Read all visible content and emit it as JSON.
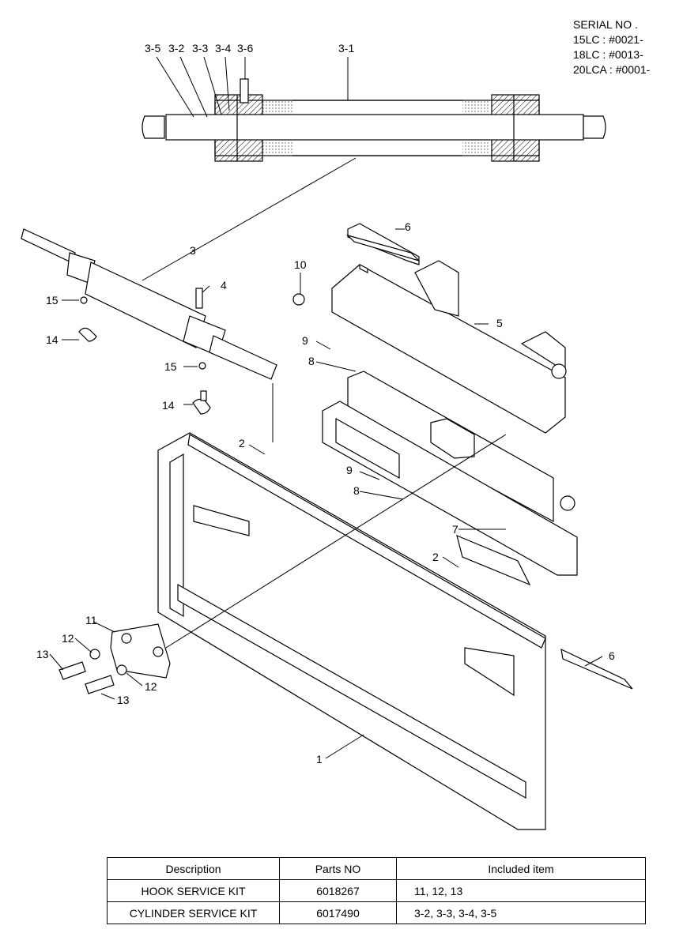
{
  "serial": {
    "title": "SERIAL NO .",
    "lines": [
      "15LC : #0021-",
      "18LC : #0013-",
      "20LCA : #0001-"
    ]
  },
  "callouts": {
    "c3_5": "3-5",
    "c3_2": "3-2",
    "c3_3": "3-3",
    "c3_4": "3-4",
    "c3_6": "3-6",
    "c3_1": "3-1",
    "c3": "3",
    "c6a": "6",
    "c6b": "6",
    "c10": "10",
    "c4": "4",
    "c5": "5",
    "c15a": "15",
    "c15b": "15",
    "c14a": "14",
    "c14b": "14",
    "c9a": "9",
    "c9b": "9",
    "c8a": "8",
    "c8b": "8",
    "c2a": "2",
    "c2b": "2",
    "c7": "7",
    "c11": "11",
    "c12a": "12",
    "c12b": "12",
    "c13a": "13",
    "c13b": "13",
    "c1": "1"
  },
  "table": {
    "headers": [
      "Description",
      "Parts NO",
      "Included item"
    ],
    "rows": [
      [
        "HOOK SERVICE KIT",
        "6018267",
        "11, 12, 13"
      ],
      [
        "CYLINDER SERVICE KIT",
        "6017490",
        "3-2, 3-3, 3-4, 3-5"
      ]
    ]
  }
}
